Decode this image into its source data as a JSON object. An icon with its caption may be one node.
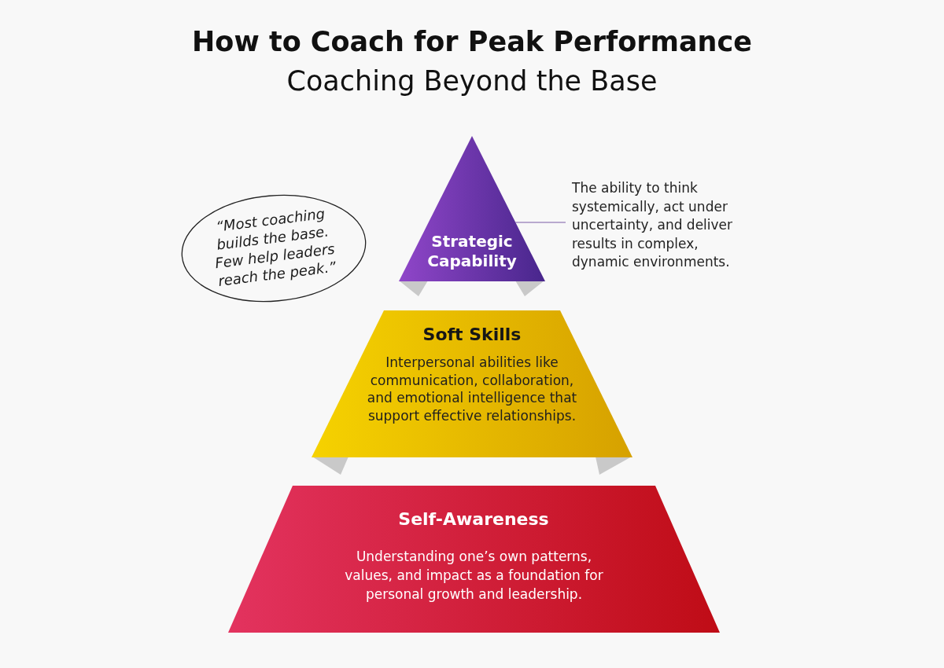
{
  "diagram": {
    "title": "How to Coach for Peak Performance",
    "nodes": [
      {
        "text": [
          "“Most coaching builds the base. Few help leaders reach the peak.”"
        ]
      },
      {
        "text": [
          "Strategic Capability"
        ]
      },
      {
        "text": [
          "The ability to think systemically, act under uncertainty, and deliver results in complex, dynamic environments."
        ]
      },
      {
        "text": [
          "Soft Skills",
          "Interpersonal abilities like communication, collaboration, and emotional intelligence that support effective relationships."
        ]
      },
      {
        "text": [
          "Self-Awareness",
          "Understanding one’s own patterns, values, and impact as a foundation for personal growth and leadership."
        ]
      }
    ],
    "edges": [
      {
        "from": 2,
        "to": 1,
        "arrow": "none"
      }
    ],
    "labels": [
      "Coaching Beyond the Base"
    ]
  }
}
